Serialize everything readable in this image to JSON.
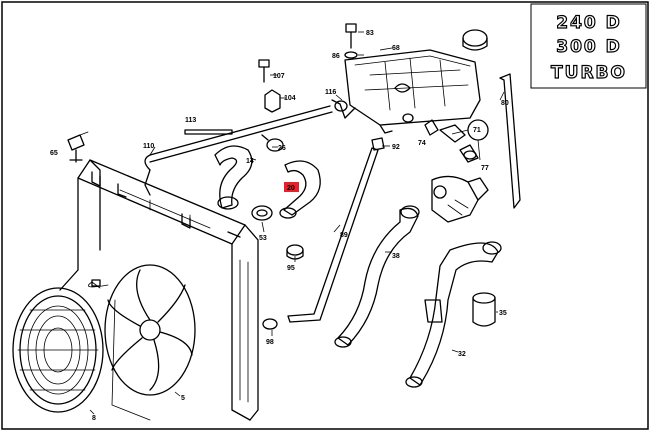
{
  "diagram": {
    "models": [
      "240 D",
      "300 D",
      "TURBO"
    ],
    "highlighted_part": "20",
    "colors": {
      "highlight": "#e8202a",
      "line": "#000000",
      "background": "#ffffff"
    },
    "callouts": {
      "c83": "83",
      "c86": "86",
      "c68": "68",
      "c107": "107",
      "c104": "104",
      "c116": "116",
      "c113": "113",
      "c80": "80",
      "c110": "110",
      "c26": "26",
      "c14": "14",
      "c71": "71",
      "c74": "74",
      "c92": "92",
      "c77": "77",
      "c65": "65",
      "c20": "20",
      "c53": "53",
      "c89": "89",
      "c95": "95",
      "c38": "38",
      "c35": "35",
      "c98": "98",
      "c32": "32",
      "c5": "5",
      "c8": "8"
    }
  }
}
